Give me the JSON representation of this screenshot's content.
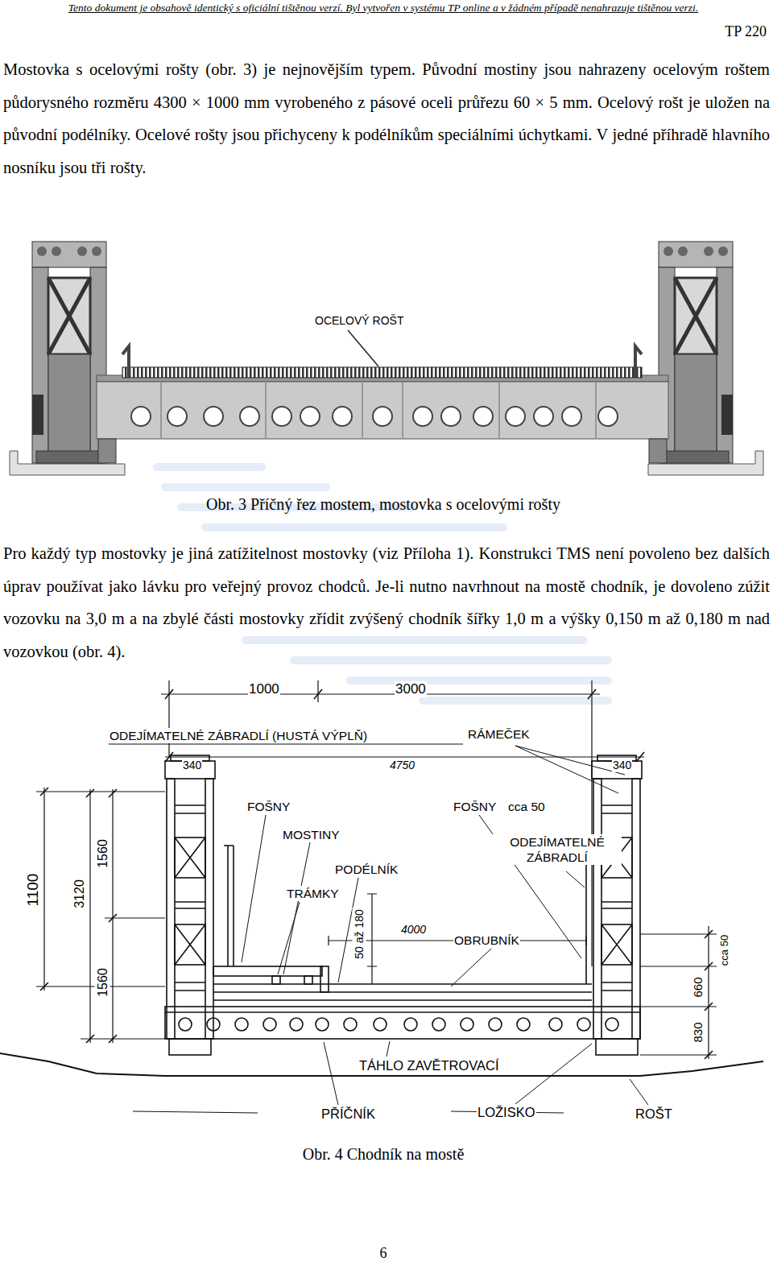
{
  "diagram": {
    "labels": [
      "Tento dokument je obsahově identický s oficiální tištěnou verzí. Byl vytvořen v systému TP online a v žádném případě nenahrazuje tištěnou verzi.",
      "TP 220",
      "Mostovka s ocelovými rošty (obr. 3) je nejnovějším typem. Původní mostiny jsou nahrazeny ocelovým roštem půdorysného rozměru 4300 × 1000 mm vyrobeného z pásové oceli průřezu 60 × 5 mm. Ocelový rošt je uložen na původní podélníky. Ocelové rošty jsou přichyceny k podélníkům speciálními úchytkami. V jedné příhradě hlavního nosníku jsou tři rošty.",
      "OCELOVÝ ROŠT",
      "Obr. 3 Příčný řez mostem, mostovka s ocelovými rošty",
      "Pro každý typ mostovky je jiná zatížitelnost mostovky (viz Příloha 1). Konstrukci TMS není povoleno bez dalších úprav používat jako lávku pro veřejný provoz chodců. Je-li nutno navrhnout na mostě chodník, je dovoleno zúžit vozovku na 3,0 m a na zbylé části mostovky zřídit zvýšený chodník šířky 1,0 m a výšky 0,150 m až 0,180 m nad vozovkou (obr. 4).",
      "1000",
      "3000",
      "ODEJÍMATELNÉ ZÁBRADLÍ (HUSTÁ VÝPLŇ)",
      "RÁMEČEK",
      "4750",
      "340",
      "340",
      "FOŠNY",
      "MOSTINY",
      "FOŠNY",
      "cca 50",
      "ODEJÍMATELNÉ ZÁBRADLÍ",
      "PODÉLNÍK",
      "TRÁMKY",
      "50 až 180",
      "4000",
      "OBRUBNÍK",
      "1100",
      "3120",
      "1560",
      "1560",
      "cca 50",
      "660",
      "830",
      "TÁHLO ZAVĚTROVACÍ",
      "PŘÍČNÍK",
      "LOŽISKO",
      "ROŠT",
      "Obr. 4 Chodník na mostě",
      "6"
    ]
  }
}
